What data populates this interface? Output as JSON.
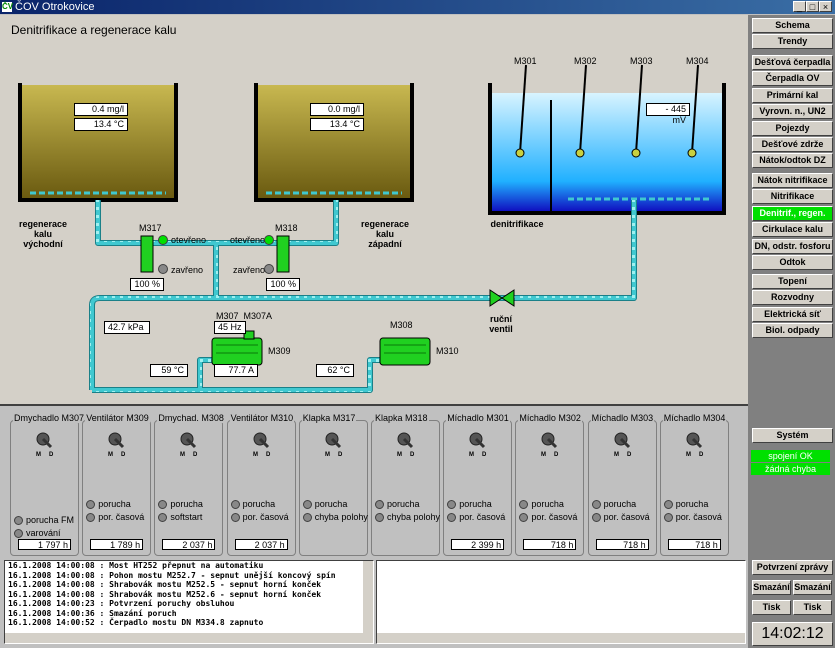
{
  "window": {
    "title": "ČOV Otrokovice",
    "icon_name": "cov-app-icon"
  },
  "main": {
    "heading": "Denitrifikace a regenerace kalu",
    "tank_east": {
      "label": "regenerace\nkalu\nvýchodní",
      "oxygen": "0.4 mg/l",
      "temp": "13.4 °C"
    },
    "tank_west": {
      "label": "regenerace\nkalu\nzápadní",
      "oxygen": "0.0 mg/l",
      "temp": "13.4 °C"
    },
    "tank_denit": {
      "label": "denitrifikace",
      "redox": "- 445 mV",
      "mixers": [
        "M301",
        "M302",
        "M303",
        "M304"
      ]
    },
    "valve_m317": {
      "name": "M317",
      "open_label": "otevřeno",
      "closed_label": "zavřeno",
      "position": "100 %"
    },
    "valve_m318": {
      "name": "M318",
      "open_label": "otevřeno",
      "closed_label": "zavřeno",
      "position": "100 %"
    },
    "manual_valve": "ruční\nventil",
    "pressure": "42.7 kPa",
    "blower_m309": {
      "labels": "M307  M307A",
      "freq": "45 Hz",
      "name": "M309",
      "temp": "59 °C",
      "current": "77.7 A"
    },
    "blower_m310": {
      "label_top": "M308",
      "name": "M310",
      "temp": "62 °C"
    }
  },
  "devices": [
    {
      "title": "Dmychadlo M307",
      "inds": [
        "porucha FM",
        "varování"
      ],
      "hours": "1 797 h"
    },
    {
      "title": "Ventilátor M309",
      "inds": [
        "porucha",
        "por. časová"
      ],
      "hours": "1 789 h"
    },
    {
      "title": "Dmychad. M308",
      "inds": [
        "porucha",
        "softstart"
      ],
      "hours": "2 037 h"
    },
    {
      "title": "Ventilátor M310",
      "inds": [
        "porucha",
        "por. časová"
      ],
      "hours": "2 037 h"
    },
    {
      "title": "Klapka M317",
      "inds": [
        "porucha",
        "chyba polohy"
      ],
      "hours": ""
    },
    {
      "title": "Klapka M318",
      "inds": [
        "porucha",
        "chyba polohy"
      ],
      "hours": ""
    },
    {
      "title": "Míchadlo M301",
      "inds": [
        "porucha",
        "por. časová"
      ],
      "hours": "2 399 h"
    },
    {
      "title": "Míchadlo M302",
      "inds": [
        "porucha",
        "por. časová"
      ],
      "hours": "718 h"
    },
    {
      "title": "Míchadlo M303",
      "inds": [
        "porucha",
        "por. časová"
      ],
      "hours": "718 h"
    },
    {
      "title": "Míchadlo M304",
      "inds": [
        "porucha",
        "por. časová"
      ],
      "hours": "718 h"
    }
  ],
  "switch_labels": {
    "manual": "M",
    "auto": "D"
  },
  "nav": {
    "group1": [
      "Schema",
      "Trendy"
    ],
    "group2": [
      "Dešťová čerpadla",
      "Čerpadla OV",
      "Primární kal",
      "Vyrovn. n., UN2",
      "Pojezdy",
      "Dešťové zdrže",
      "Nátok/odtok DZ"
    ],
    "group3": [
      "Nátok nitrifikace",
      "Nitrifikace",
      "Denitrif., regen.",
      "Cirkulace kalu",
      "DN, odstr. fosforu",
      "Odtok"
    ],
    "group4": [
      "Topení",
      "Rozvodny",
      "Elektrická síť",
      "Biol. odpady"
    ],
    "active": "Denitrif., regen."
  },
  "system": {
    "button": "Systém",
    "status1": "spojení OK",
    "status2": "žádná chyba"
  },
  "bottom_buttons": {
    "confirm": "Potvrzení zprávy",
    "clear1": "Smazání",
    "clear2": "Smazání",
    "print1": "Tisk",
    "print2": "Tisk"
  },
  "clock": "14:02:12",
  "log": [
    "16.1.2008 14:00:08 : Most HT252 přepnut na automatiku",
    "16.1.2008 14:00:08 : Pohon mostu M252.7 - sepnut unější koncový spín",
    "16.1.2008 14:00:08 : Shrabovák mostu M252.5 - sepnut horní konček",
    "16.1.2008 14:00:08 : Shrabovák mostu M252.6 - sepnut horní konček",
    "16.1.2008 14:00:23 : Potvrzení poruchy obsluhou",
    "16.1.2008 14:00:36 : Smazání poruch",
    "16.1.2008 14:00:52 : Čerpadlo mostu DN M334.8 zapnuto"
  ],
  "colors": {
    "sludge": "#9a8a2a",
    "water": "#00a0ff",
    "pipe": "#40c8d0",
    "active": "#00e000",
    "equipment": "#20d020"
  }
}
